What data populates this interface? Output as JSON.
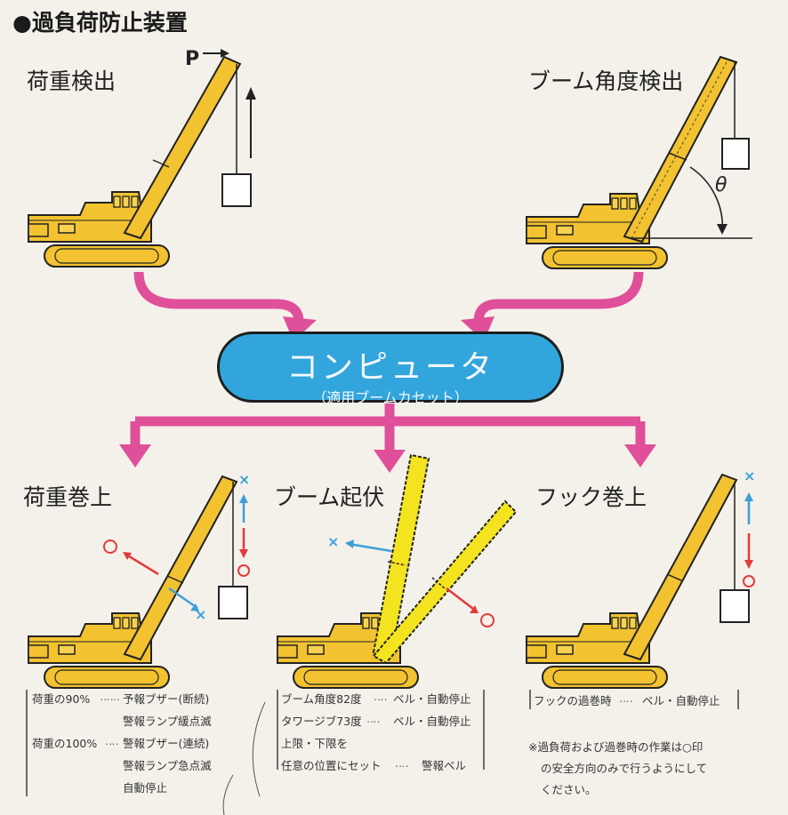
{
  "title": "●過負荷防止装置",
  "sections": {
    "load_detect": "荷重検出",
    "boom_angle_detect": "ブーム角度検出",
    "load_hoist": "荷重巻上",
    "boom_luffing": "ブーム起伏",
    "hook_hoist": "フック巻上"
  },
  "symbols": {
    "p_label": "P",
    "theta": "θ",
    "x_mark": "×",
    "o_mark": "○"
  },
  "computer": {
    "title": "コンピュータ",
    "subtitle": "（適用ブームカセット）"
  },
  "notes": {
    "load": {
      "row1_label": "荷重の90%",
      "row1_a": "予報ブザー(断続)",
      "row1_b": "警報ランプ緩点滅",
      "row2_label": "荷重の100%",
      "row2_a": "警報ブザー(連続)",
      "row2_b": "警報ランプ急点滅",
      "row2_c": "自動停止"
    },
    "boom": {
      "row1_label": "ブーム角度82度",
      "row1_action": "ベル・自動停止",
      "row2_label": "タワージブ73度",
      "row2_action": "ベル・自動停止",
      "row3": "上限・下限を",
      "row4_label": "任意の位置にセット",
      "row4_action": "警報ベル"
    },
    "hook": {
      "label": "フックの過巻時",
      "action": "ベル・自動停止"
    },
    "footnote_1": "※過負荷および過巻時の作業は○印",
    "footnote_2": "の安全方向のみで行うようにして",
    "footnote_3": "ください。"
  },
  "colors": {
    "machine_yellow": "#f2c230",
    "boom_yellow": "#f4e41f",
    "arrow_pink": "#e0509a",
    "computer_blue": "#32a6dc",
    "x_blue": "#3d9fd8",
    "o_red": "#e43a3a"
  }
}
